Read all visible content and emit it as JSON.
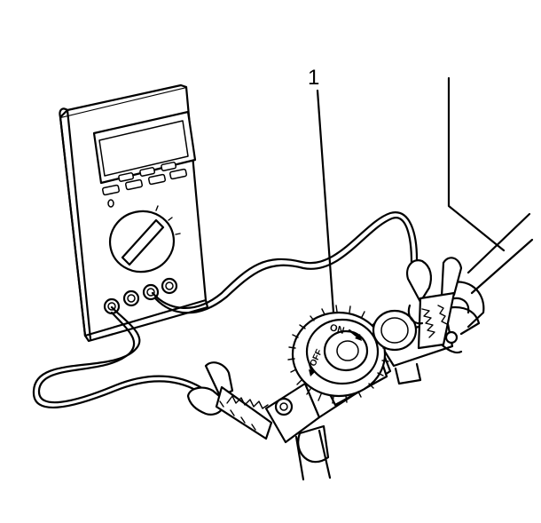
{
  "callout": {
    "number": "1"
  },
  "switch": {
    "on_label": "ON",
    "off_label": "OFF"
  },
  "colors": {
    "line": "#000000",
    "background": "#ffffff"
  }
}
